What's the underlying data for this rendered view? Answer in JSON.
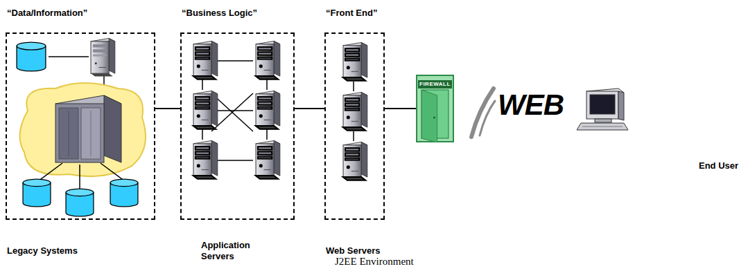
{
  "diagram": {
    "caption": "J2EE Environment",
    "nodes": [
      {
        "text": [
          "“Data/Information”",
          "Legacy Systems"
        ]
      },
      {
        "text": [
          "“Business Logic”",
          "Application Servers"
        ]
      },
      {
        "text": [
          "“Front End”",
          "Web Servers"
        ]
      },
      {
        "text": [
          "FIREWALL"
        ]
      }
    ],
    "edges": [
      {
        "from": 0,
        "to": 1,
        "arrow": "none"
      },
      {
        "from": 1,
        "to": 2,
        "arrow": "none"
      },
      {
        "from": 2,
        "to": 3,
        "arrow": "none"
      }
    ],
    "labels": [
      "WEB",
      "End User"
    ]
  }
}
